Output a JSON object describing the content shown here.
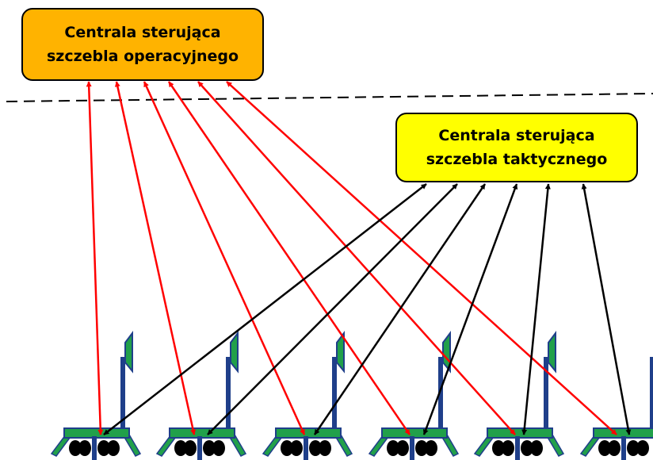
{
  "operational_center": {
    "line1": "Centrala sterująca",
    "line2": "szczebla operacyjnego",
    "fill": "#ffb300"
  },
  "tactical_center": {
    "line1": "Centrala sterująca",
    "line2": "szczebla taktycznego",
    "fill": "#ffff00"
  },
  "link_colors": {
    "operational": "#ff0000",
    "tactical": "#000000"
  },
  "vehicle_colors": {
    "body": "#21a04a",
    "outline": "#1f3f8a",
    "wheels": "#000000"
  },
  "vehicle_count": 6
}
